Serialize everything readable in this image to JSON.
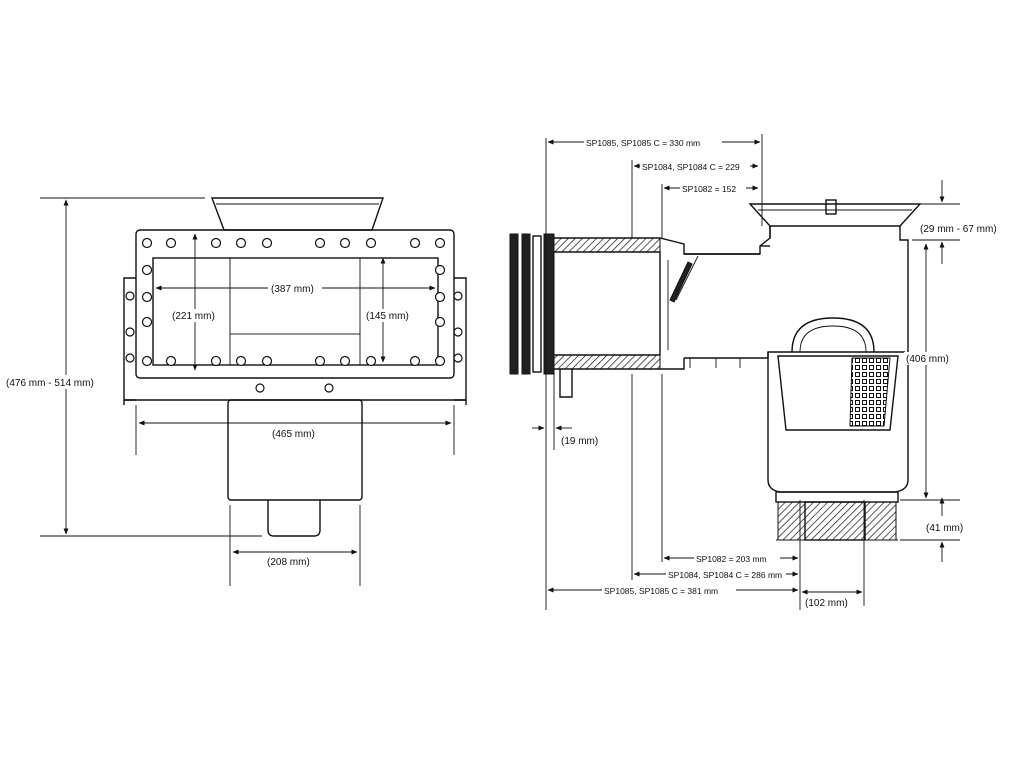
{
  "front_view": {
    "overall_height": "(476 mm - 514 mm)",
    "opening_width": "(387 mm)",
    "opening_height_left": "(221 mm)",
    "opening_height_right": "(145 mm)",
    "flange_width": "(465 mm)",
    "body_width": "(208 mm)"
  },
  "side_view": {
    "dim_sp1085_top": "SP1085, SP1085 C = 330 mm",
    "dim_sp1084_top": "SP1084, SP1084 C = 229",
    "dim_sp1082_top": "SP1082 = 152",
    "dim_lid": "(29 mm - 67 mm)",
    "dim_height": "(406 mm)",
    "dim_flange": "(19 mm)",
    "dim_bottom": "(41 mm)",
    "dim_sp1082_bottom": "SP1082 = 203 mm",
    "dim_sp1084_bottom": "SP1084, SP1084 C = 286 mm",
    "dim_sp1085_bottom": "SP1085, SP1085 C = 381 mm",
    "dim_outlet": "(102 mm)"
  },
  "colors": {
    "ink": "#111111",
    "paper": "#ffffff"
  }
}
